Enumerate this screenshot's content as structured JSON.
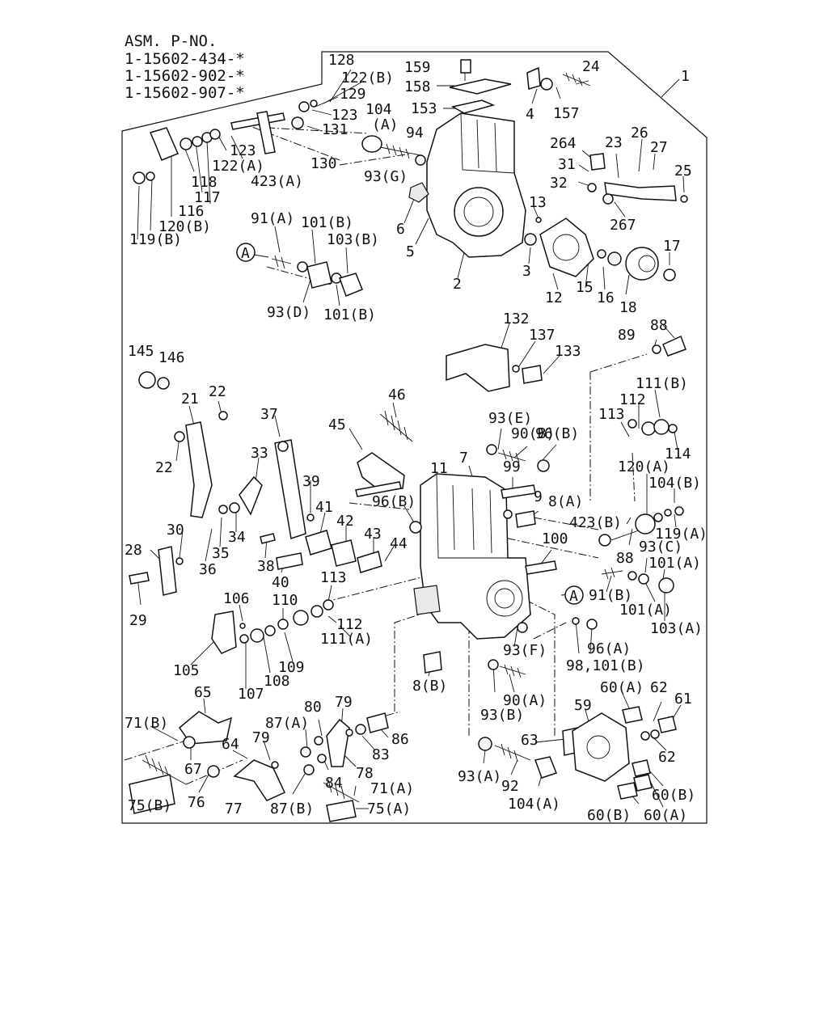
{
  "header": {
    "title": "ASM. P-NO.",
    "part_numbers": [
      "1-15602-434-*",
      "1-15602-902-*",
      "1-15602-907-*"
    ]
  },
  "callouts": [
    {
      "id": "c1",
      "text": "1"
    },
    {
      "id": "c2",
      "text": "2"
    },
    {
      "id": "c3",
      "text": "3"
    },
    {
      "id": "c4",
      "text": "4"
    },
    {
      "id": "c5",
      "text": "5"
    },
    {
      "id": "c6",
      "text": "6"
    },
    {
      "id": "c7",
      "text": "7"
    },
    {
      "id": "c8a",
      "text": "8(A)"
    },
    {
      "id": "c8b",
      "text": "8(B)"
    },
    {
      "id": "c9",
      "text": "9"
    },
    {
      "id": "c11",
      "text": "11"
    },
    {
      "id": "c12",
      "text": "12"
    },
    {
      "id": "c13",
      "text": "13"
    },
    {
      "id": "c15",
      "text": "15"
    },
    {
      "id": "c16",
      "text": "16"
    },
    {
      "id": "c17",
      "text": "17"
    },
    {
      "id": "c18",
      "text": "18"
    },
    {
      "id": "c21",
      "text": "21"
    },
    {
      "id": "c22a",
      "text": "22"
    },
    {
      "id": "c22b",
      "text": "22"
    },
    {
      "id": "c23",
      "text": "23"
    },
    {
      "id": "c24",
      "text": "24"
    },
    {
      "id": "c25",
      "text": "25"
    },
    {
      "id": "c26",
      "text": "26"
    },
    {
      "id": "c27",
      "text": "27"
    },
    {
      "id": "c28",
      "text": "28"
    },
    {
      "id": "c29",
      "text": "29"
    },
    {
      "id": "c30",
      "text": "30"
    },
    {
      "id": "c31",
      "text": "31"
    },
    {
      "id": "c32",
      "text": "32"
    },
    {
      "id": "c33",
      "text": "33"
    },
    {
      "id": "c34",
      "text": "34"
    },
    {
      "id": "c35",
      "text": "35"
    },
    {
      "id": "c36",
      "text": "36"
    },
    {
      "id": "c37",
      "text": "37"
    },
    {
      "id": "c38",
      "text": "38"
    },
    {
      "id": "c39",
      "text": "39"
    },
    {
      "id": "c40",
      "text": "40"
    },
    {
      "id": "c41",
      "text": "41"
    },
    {
      "id": "c42",
      "text": "42"
    },
    {
      "id": "c43",
      "text": "43"
    },
    {
      "id": "c44",
      "text": "44"
    },
    {
      "id": "c45",
      "text": "45"
    },
    {
      "id": "c46",
      "text": "46"
    },
    {
      "id": "c59",
      "text": "59"
    },
    {
      "id": "c60a1",
      "text": "60(A)"
    },
    {
      "id": "c60a2",
      "text": "60(A)"
    },
    {
      "id": "c60b1",
      "text": "60(B)"
    },
    {
      "id": "c60b2",
      "text": "60(B)"
    },
    {
      "id": "c61",
      "text": "61"
    },
    {
      "id": "c62a",
      "text": "62"
    },
    {
      "id": "c62b",
      "text": "62"
    },
    {
      "id": "c63",
      "text": "63"
    },
    {
      "id": "c64",
      "text": "64"
    },
    {
      "id": "c65",
      "text": "65"
    },
    {
      "id": "c67",
      "text": "67"
    },
    {
      "id": "c71a",
      "text": "71(A)"
    },
    {
      "id": "c71b",
      "text": "71(B)"
    },
    {
      "id": "c75a",
      "text": "75(A)"
    },
    {
      "id": "c75b",
      "text": "75(B)"
    },
    {
      "id": "c76",
      "text": "76"
    },
    {
      "id": "c77",
      "text": "77"
    },
    {
      "id": "c78",
      "text": "78"
    },
    {
      "id": "c79a",
      "text": "79"
    },
    {
      "id": "c79b",
      "text": "79"
    },
    {
      "id": "c80",
      "text": "80"
    },
    {
      "id": "c83",
      "text": "83"
    },
    {
      "id": "c84",
      "text": "84"
    },
    {
      "id": "c86",
      "text": "86"
    },
    {
      "id": "c87a",
      "text": "87(A)"
    },
    {
      "id": "c87b",
      "text": "87(B)"
    },
    {
      "id": "c88a",
      "text": "88"
    },
    {
      "id": "c88b",
      "text": "88"
    },
    {
      "id": "c89",
      "text": "89"
    },
    {
      "id": "c90a",
      "text": "90(A)"
    },
    {
      "id": "c90b",
      "text": "90(B)"
    },
    {
      "id": "c91a",
      "text": "91(A)"
    },
    {
      "id": "c91b",
      "text": "91(B)"
    },
    {
      "id": "c92",
      "text": "92"
    },
    {
      "id": "c93a",
      "text": "93(A)"
    },
    {
      "id": "c93b",
      "text": "93(B)"
    },
    {
      "id": "c93c",
      "text": "93(C)"
    },
    {
      "id": "c93d",
      "text": "93(D)"
    },
    {
      "id": "c93e",
      "text": "93(E)"
    },
    {
      "id": "c93f",
      "text": "93(F)"
    },
    {
      "id": "c93g",
      "text": "93(G)"
    },
    {
      "id": "c94",
      "text": "94"
    },
    {
      "id": "c96a",
      "text": "96(A)"
    },
    {
      "id": "c96b1",
      "text": "96(B)"
    },
    {
      "id": "c96b2",
      "text": "96(B)"
    },
    {
      "id": "c98",
      "text": "98,101(B)"
    },
    {
      "id": "c99",
      "text": "99"
    },
    {
      "id": "c100",
      "text": "100"
    },
    {
      "id": "c101a1",
      "text": "101(A)"
    },
    {
      "id": "c101a2",
      "text": "101(A)"
    },
    {
      "id": "c101b1",
      "text": "101(B)"
    },
    {
      "id": "c101b2",
      "text": "101(B)"
    },
    {
      "id": "c103a",
      "text": "103(A)"
    },
    {
      "id": "c103b",
      "text": "103(B)"
    },
    {
      "id": "c104t",
      "text": "104"
    },
    {
      "id": "c104ta",
      "text": "(A)"
    },
    {
      "id": "c104a",
      "text": "104(A)"
    },
    {
      "id": "c104b",
      "text": "104(B)"
    },
    {
      "id": "c105",
      "text": "105"
    },
    {
      "id": "c106",
      "text": "106"
    },
    {
      "id": "c107",
      "text": "107"
    },
    {
      "id": "c108",
      "text": "108"
    },
    {
      "id": "c109",
      "text": "109"
    },
    {
      "id": "c110",
      "text": "110"
    },
    {
      "id": "c111a",
      "text": "111(A)"
    },
    {
      "id": "c111b",
      "text": "111(B)"
    },
    {
      "id": "c112a",
      "text": "112"
    },
    {
      "id": "c112b",
      "text": "112"
    },
    {
      "id": "c113a",
      "text": "113"
    },
    {
      "id": "c113b",
      "text": "113"
    },
    {
      "id": "c114",
      "text": "114"
    },
    {
      "id": "c116",
      "text": "116"
    },
    {
      "id": "c117",
      "text": "117"
    },
    {
      "id": "c118",
      "text": "118"
    },
    {
      "id": "c119a",
      "text": "119(A)"
    },
    {
      "id": "c119b",
      "text": "119(B)"
    },
    {
      "id": "c120a",
      "text": "120(A)"
    },
    {
      "id": "c120b",
      "text": "120(B)"
    },
    {
      "id": "c122a",
      "text": "122(A)"
    },
    {
      "id": "c122b",
      "text": "122(B)"
    },
    {
      "id": "c123a",
      "text": "123"
    },
    {
      "id": "c123b",
      "text": "123"
    },
    {
      "id": "c128",
      "text": "128"
    },
    {
      "id": "c129",
      "text": "129"
    },
    {
      "id": "c130",
      "text": "130"
    },
    {
      "id": "c131",
      "text": "131"
    },
    {
      "id": "c132",
      "text": "132"
    },
    {
      "id": "c133",
      "text": "133"
    },
    {
      "id": "c137",
      "text": "137"
    },
    {
      "id": "c145",
      "text": "145"
    },
    {
      "id": "c146",
      "text": "146"
    },
    {
      "id": "c153",
      "text": "153"
    },
    {
      "id": "c157",
      "text": "157"
    },
    {
      "id": "c158",
      "text": "158"
    },
    {
      "id": "c159",
      "text": "159"
    },
    {
      "id": "c264",
      "text": "264"
    },
    {
      "id": "c267",
      "text": "267"
    },
    {
      "id": "c423a",
      "text": "423(A)"
    },
    {
      "id": "c423b",
      "text": "423(B)"
    }
  ],
  "markers": [
    {
      "id": "markerA1",
      "text": "A"
    },
    {
      "id": "markerA2",
      "text": "A"
    }
  ]
}
